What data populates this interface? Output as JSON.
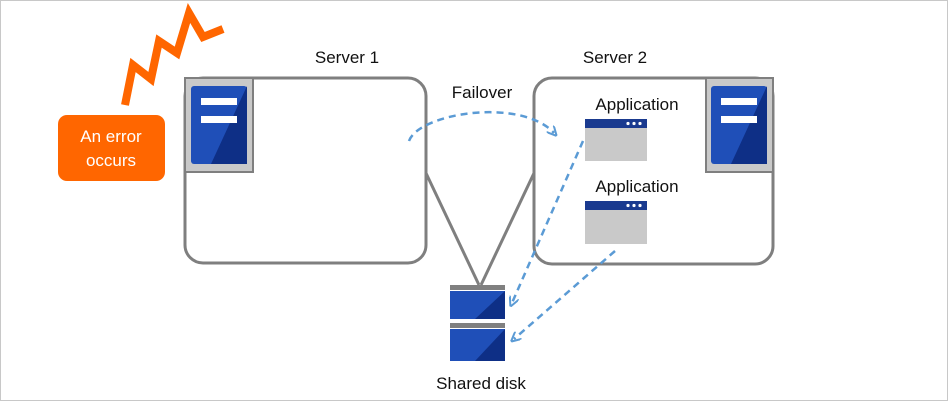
{
  "diagram": {
    "server1_label": "Server 1",
    "server2_label": "Server 2",
    "failover_label": "Failover",
    "error_label_line1": "An error",
    "error_label_line2": "occurs",
    "app1_label": "Application",
    "app2_label": "Application",
    "disk_label": "Shared disk"
  },
  "icons": {
    "server": "server-tower-icon",
    "application": "application-window-icon",
    "disk": "shared-disk-icon",
    "error": "lightning-icon"
  },
  "colors": {
    "server_blue": "#1f4fb8",
    "server_dark": "#0e2f86",
    "panel_gray": "#c9c9c9",
    "window_bar": "#1a3a8f",
    "window_body": "#c9c9c9",
    "arrow": "#5b9bd5",
    "error_orange": "#ff6600",
    "outline": "#7f7f7f"
  }
}
